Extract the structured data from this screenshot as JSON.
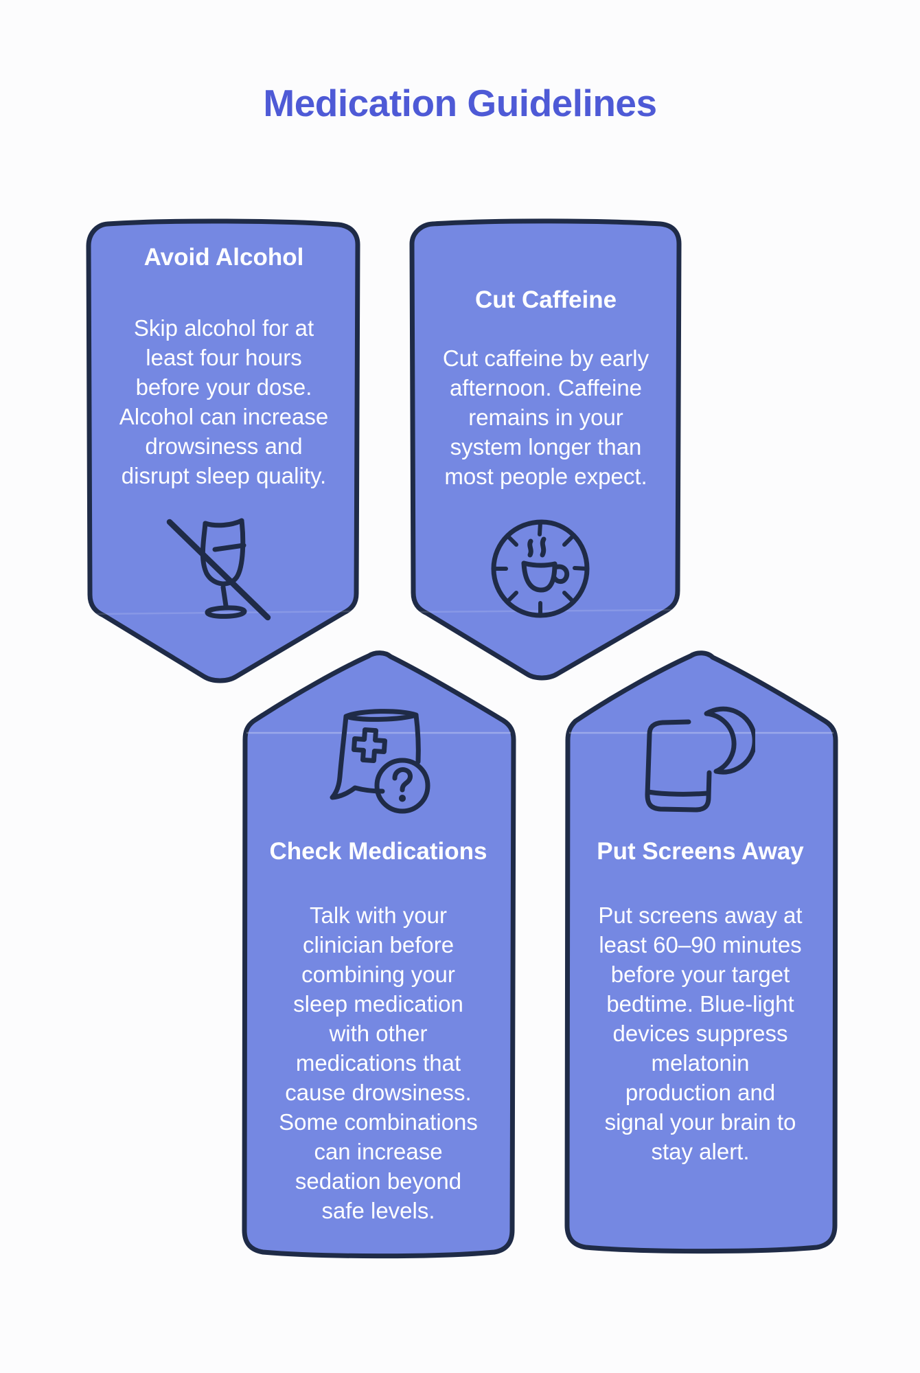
{
  "title": "Medication Guidelines",
  "colors": {
    "page_bg": "#fcfcfd",
    "title_color": "#4e5ad6",
    "card_fill": "#7588e2",
    "card_stroke": "#1f2b47",
    "card_text": "#ffffff"
  },
  "cards": [
    {
      "heading": "Avoid Alcohol",
      "body": "Skip alcohol for at\nleast four hours\nbefore your dose.\nAlcohol can increase\ndrowsiness and\ndisrupt sleep quality.",
      "icon": "no-alcohol-icon"
    },
    {
      "heading": "Cut Caffeine",
      "body": "Cut caffeine by early\nafternoon. Caffeine\nremains in your\nsystem longer than\nmost people expect.",
      "icon": "clock-coffee-icon"
    },
    {
      "heading": "Check Medications",
      "body": "Talk with your\nclinician before\ncombining your\nsleep medication\nwith other\nmedications that\ncause drowsiness.\nSome combinations\ncan increase\nsedation beyond\nsafe levels.",
      "icon": "medical-note-question-icon"
    },
    {
      "heading": "Put Screens Away",
      "body": "Put screens away at\nleast 60–90 minutes\nbefore your target\nbedtime. Blue-light\ndevices suppress\nmelatonin\nproduction and\nsignal your brain to\nstay alert.",
      "icon": "phone-moon-icon"
    }
  ]
}
